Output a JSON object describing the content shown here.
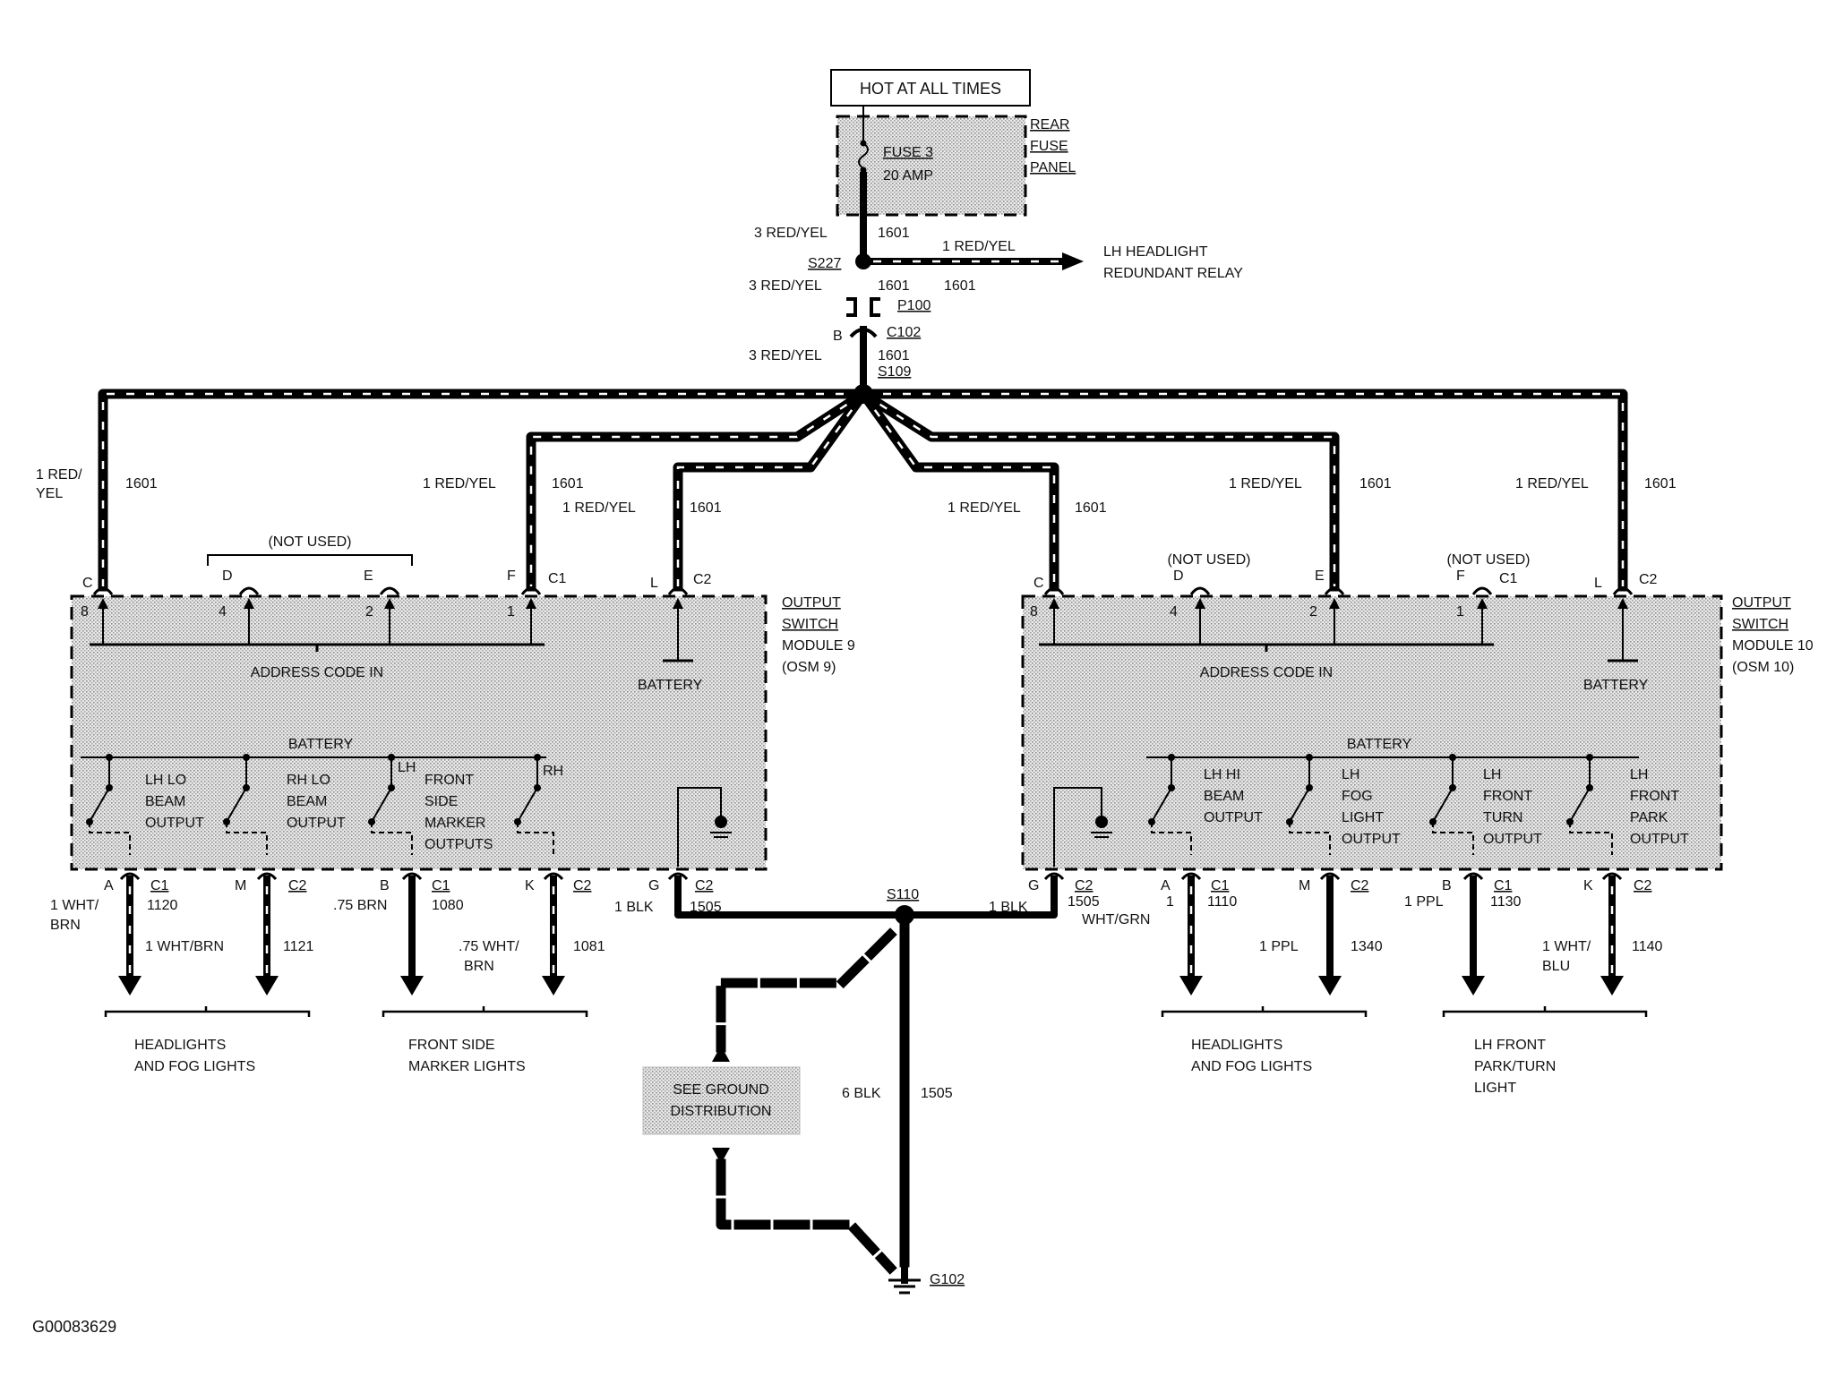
{
  "source": {
    "label": "HOT AT ALL TIMES"
  },
  "fuse_panel": {
    "fuse_name": "FUSE 3",
    "fuse_rating": "20 AMP",
    "panel_lines": [
      "REAR",
      "FUSE",
      "PANEL"
    ]
  },
  "feed": {
    "wire_3_red_yel": "3 RED/YEL",
    "circuit_1601": "1601",
    "splice_s227": "S227",
    "branch_wire": "1 RED/YEL",
    "branch_dest": [
      "LH HEADLIGHT",
      "REDUNDANT RELAY"
    ],
    "connector_p100": "P100",
    "pin_b": "B",
    "connector_c102": "C102",
    "splice_s109": "S109"
  },
  "osm9": {
    "name_lines": [
      "OUTPUT",
      "SWITCH",
      "MODULE 9",
      "(OSM 9)"
    ],
    "feeds": [
      {
        "wire": "1 RED/",
        "wire2": "YEL",
        "circuit": "1601"
      },
      {
        "wire": "1 RED/YEL",
        "circuit": "1601"
      },
      {
        "wire": "1 RED/YEL",
        "circuit": "1601"
      }
    ],
    "not_used": "(NOT USED)",
    "top_pins": [
      "C",
      "D",
      "E",
      "F",
      "L"
    ],
    "inner_pins": [
      "8",
      "4",
      "2",
      "1"
    ],
    "conn_c1": "C1",
    "conn_c2": "C2",
    "address_code": "ADDRESS CODE IN",
    "battery_label": "BATTERY",
    "battery_bus": "BATTERY",
    "switch_labels": [
      [
        "LH LO",
        "BEAM",
        "OUTPUT"
      ],
      [
        "RH LO",
        "BEAM",
        "OUTPUT"
      ],
      [
        "LH",
        "FRONT",
        "SIDE",
        "MARKER",
        "OUTPUTS"
      ],
      [
        "RH"
      ]
    ],
    "bottom_pins": [
      {
        "pin": "A",
        "conn": "C1",
        "wire": "1 WHT/",
        "wire2": "BRN",
        "circuit": "1120"
      },
      {
        "pin": "M",
        "conn": "C2",
        "wire": "1 WHT/BRN",
        "circuit": "1121"
      },
      {
        "pin": "B",
        "conn": "C1",
        "wire": ".75 BRN",
        "circuit": "1080"
      },
      {
        "pin": "K",
        "conn": "C2",
        "wire": ".75 WHT/",
        "wire2": "BRN",
        "circuit": "1081"
      },
      {
        "pin": "G",
        "conn": "C2",
        "wire": "1 BLK",
        "circuit": "1505"
      }
    ],
    "loads": [
      [
        "HEADLIGHTS",
        "AND FOG LIGHTS"
      ],
      [
        "FRONT SIDE",
        "MARKER LIGHTS"
      ]
    ]
  },
  "osm10": {
    "name_lines": [
      "OUTPUT",
      "SWITCH",
      "MODULE 10",
      "(OSM 10)"
    ],
    "feeds": [
      {
        "wire": "1 RED/YEL",
        "circuit": "1601"
      },
      {
        "wire": "1 RED/YEL",
        "circuit": "1601"
      },
      {
        "wire": "1 RED/YEL",
        "circuit": "1601"
      }
    ],
    "not_used_1": "(NOT USED)",
    "not_used_2": "(NOT USED)",
    "top_pins": [
      "C",
      "D",
      "E",
      "F",
      "L"
    ],
    "inner_pins": [
      "8",
      "4",
      "2",
      "1"
    ],
    "conn_c1": "C1",
    "conn_c2": "C2",
    "address_code": "ADDRESS CODE IN",
    "battery_label": "BATTERY",
    "battery_bus": "BATTERY",
    "switch_labels": [
      [
        "LH HI",
        "BEAM",
        "OUTPUT"
      ],
      [
        "LH",
        "FOG",
        "LIGHT",
        "OUTPUT"
      ],
      [
        "LH",
        "FRONT",
        "TURN",
        "OUTPUT"
      ],
      [
        "LH",
        "FRONT",
        "PARK",
        "OUTPUT"
      ]
    ],
    "bottom_pins": [
      {
        "pin": "G",
        "conn": "C2",
        "wire": "1 BLK",
        "circuit": "1505"
      },
      {
        "pin": "A",
        "conn": "C1",
        "wire": "1",
        "wire2": "WHT/GRN",
        "circuit": "1110"
      },
      {
        "pin": "M",
        "conn": "C2",
        "wire": "1 PPL",
        "circuit": "1340"
      },
      {
        "pin": "B",
        "conn": "C1",
        "wire": "1 PPL",
        "circuit": "1130"
      },
      {
        "pin": "K",
        "conn": "C2",
        "wire": "1 WHT/",
        "wire2": "BLU",
        "circuit": "1140"
      }
    ],
    "loads": [
      [
        "HEADLIGHTS",
        "AND FOG LIGHTS"
      ],
      [
        "LH FRONT",
        "PARK/TURN",
        "LIGHT"
      ]
    ]
  },
  "ground": {
    "splice_s110": "S110",
    "wire": "6 BLK",
    "circuit": "1505",
    "see_ground": [
      "SEE GROUND",
      "DISTRIBUTION"
    ],
    "ground_point": "G102"
  },
  "figure_id": "G00083629"
}
